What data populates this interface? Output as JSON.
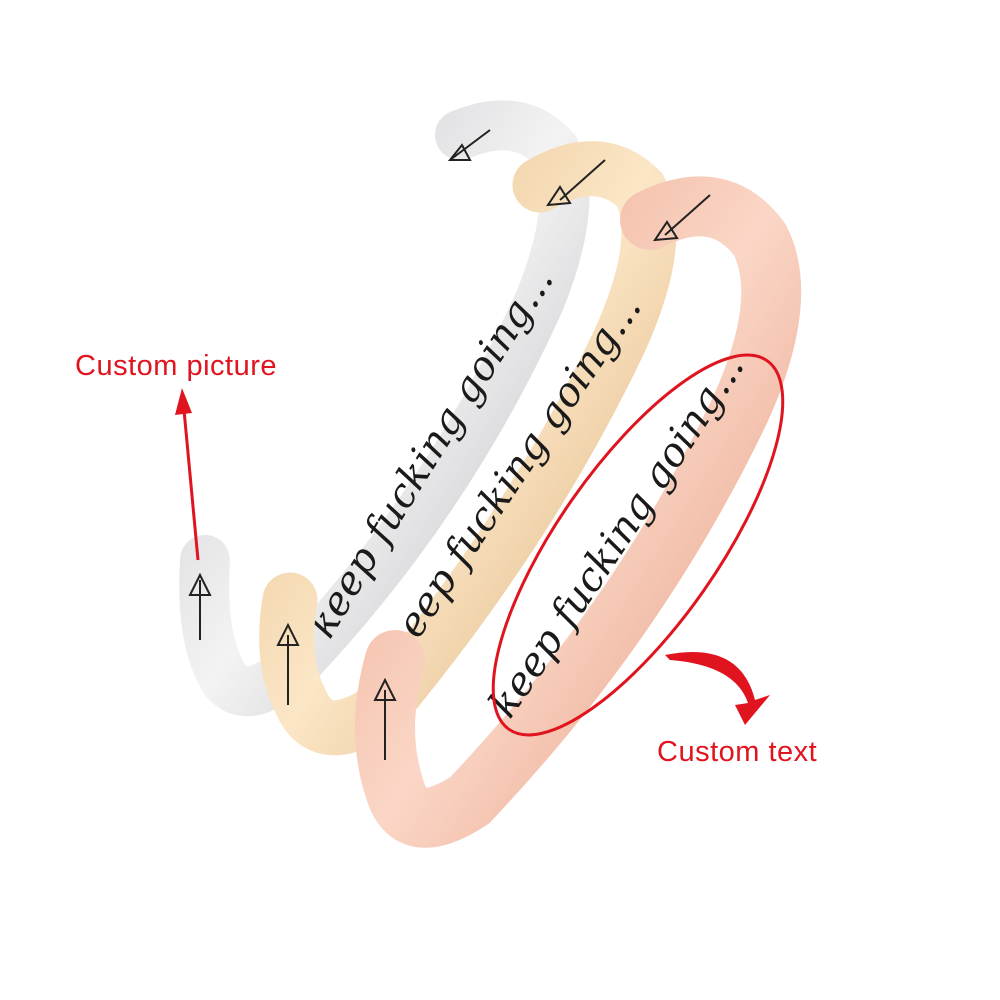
{
  "labels": {
    "custom_picture": "Custom picture",
    "custom_text": "Custom text"
  },
  "bracelets": [
    {
      "name": "silver",
      "engraving": "keep fucking going...",
      "color": "#d9d9db"
    },
    {
      "name": "gold",
      "engraving": "keep fucking going...",
      "color": "#f2d3a6"
    },
    {
      "name": "rose-gold",
      "engraving": "keep fucking going...",
      "color": "#f3b9a0"
    }
  ],
  "colors": {
    "annotation": "#e0141e"
  }
}
